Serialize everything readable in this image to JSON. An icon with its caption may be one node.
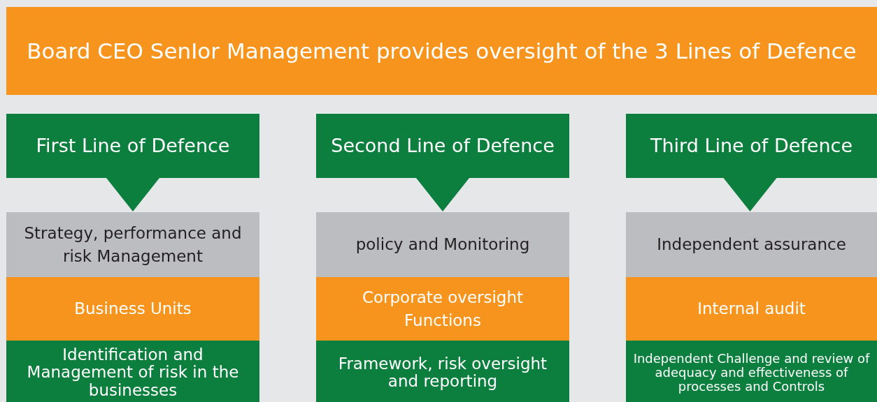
{
  "diagram": {
    "nodes": [
      {
        "text": [
          "Board CEO SenIor Management provides oversight of the 3 Lines of Defence"
        ]
      },
      {
        "text": [
          "First Line of Defence"
        ]
      },
      {
        "text": [
          "Second Line of Defence"
        ]
      },
      {
        "text": [
          "Third Line of Defence"
        ]
      },
      {
        "text": [
          "Strategy, performance and risk Management"
        ]
      },
      {
        "text": [
          "policy and Monitoring"
        ]
      },
      {
        "text": [
          "Independent assurance"
        ]
      },
      {
        "text": [
          "Business Units"
        ]
      },
      {
        "text": [
          "Corporate oversight Functions"
        ]
      },
      {
        "text": [
          "Internal audit"
        ]
      },
      {
        "text": [
          "Identification and Management of risk in the businesses"
        ]
      },
      {
        "text": [
          "Framework, risk oversight and reporting"
        ]
      },
      {
        "text": [
          "Independent Challenge and review of adequacy and effectiveness of processes and Controls"
        ]
      }
    ],
    "edges": [
      {
        "from": 1,
        "to": 4,
        "arrow": "to"
      },
      {
        "from": 2,
        "to": 5,
        "arrow": "to"
      },
      {
        "from": 3,
        "to": 6,
        "arrow": "to"
      }
    ]
  }
}
